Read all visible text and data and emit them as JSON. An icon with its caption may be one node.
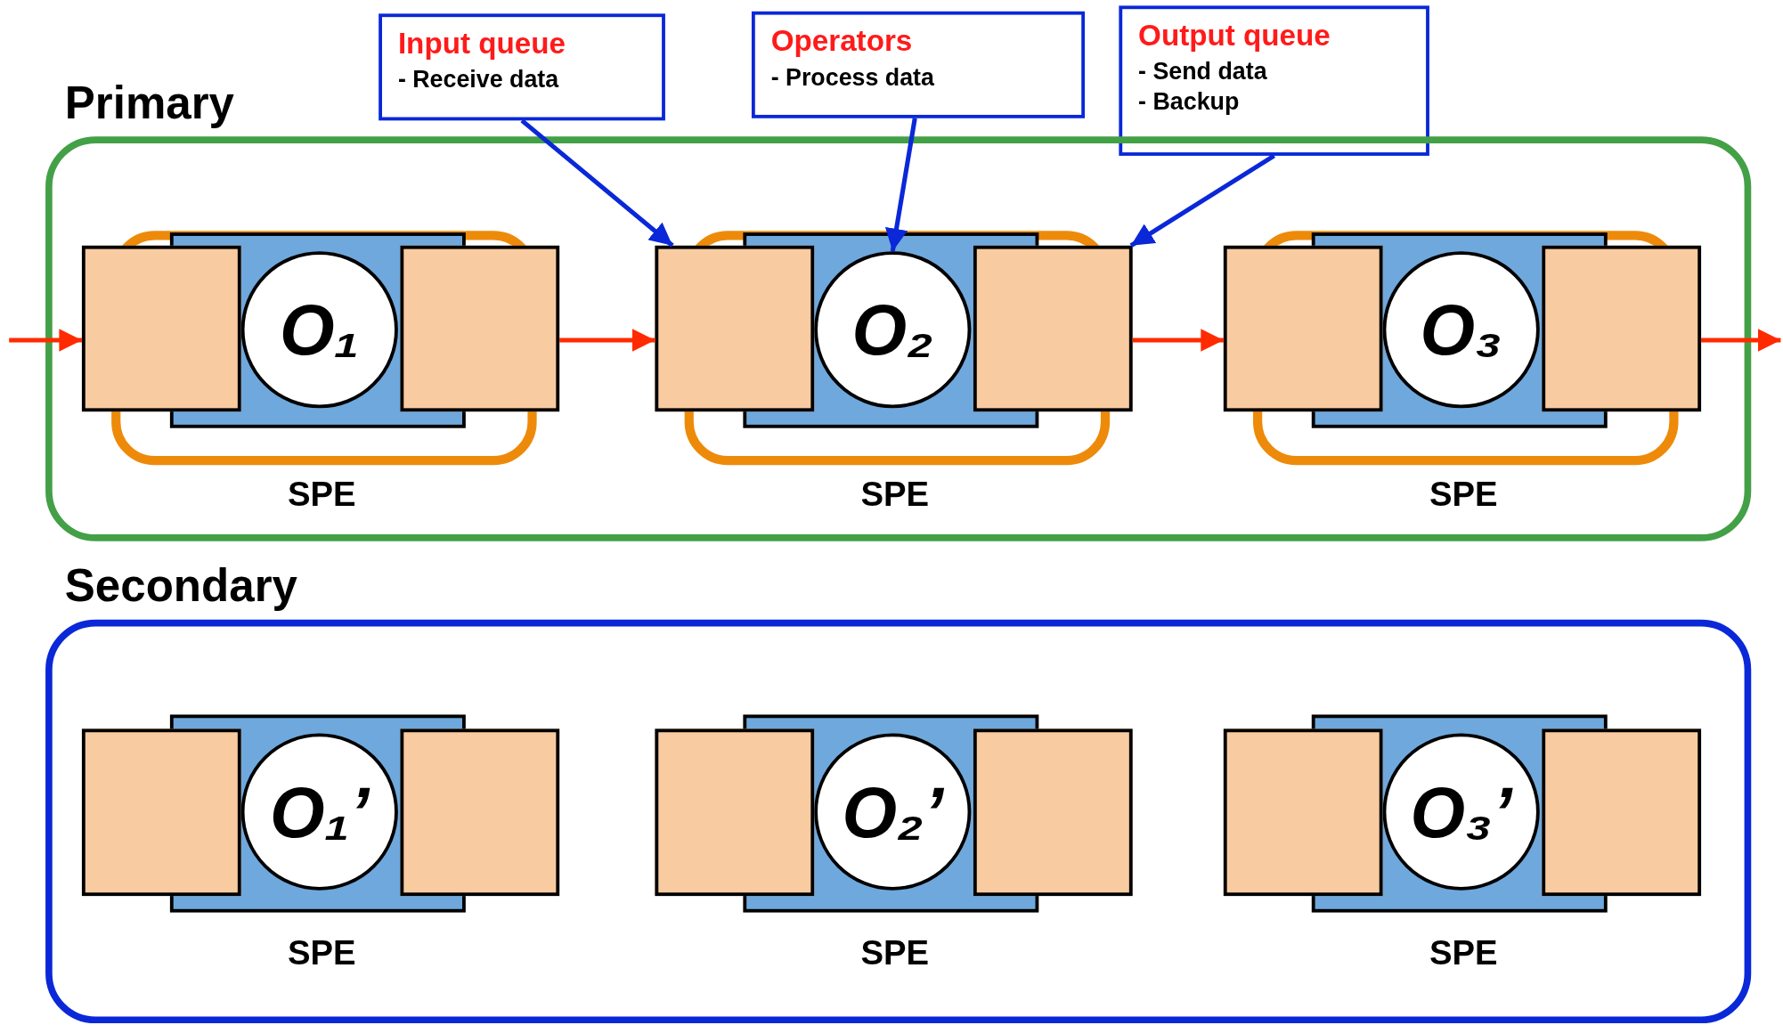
{
  "diagram": {
    "nodes": [
      {
        "text": [
          "Input queue",
          "- Receive data"
        ]
      },
      {
        "text": [
          "Operators",
          "- Process data"
        ]
      },
      {
        "text": [
          "Output queue",
          "- Send data",
          "- Backup"
        ]
      },
      {
        "text": [
          "Primary"
        ]
      },
      {
        "text": [
          "SPE"
        ],
        "in": 3
      },
      {
        "text": [],
        "shape": "box",
        "in": 3
      },
      {
        "text": [
          "O₁"
        ],
        "in": 4
      },
      {
        "text": [],
        "shape": "box",
        "in": 3
      },
      {
        "text": [
          "SPE"
        ],
        "in": 3
      },
      {
        "text": [],
        "shape": "box",
        "in": 3
      },
      {
        "text": [
          "O₂"
        ],
        "in": 8
      },
      {
        "text": [],
        "shape": "box",
        "in": 3
      },
      {
        "text": [
          "SPE"
        ],
        "in": 3
      },
      {
        "text": [],
        "shape": "box",
        "in": 3
      },
      {
        "text": [
          "O₃"
        ],
        "in": 12
      },
      {
        "text": [],
        "shape": "box",
        "in": 3
      },
      {
        "text": [
          "Secondary"
        ]
      },
      {
        "text": [
          "SPE"
        ],
        "in": 16
      },
      {
        "text": [],
        "shape": "box",
        "in": 16
      },
      {
        "text": [
          "O₁’"
        ],
        "in": 17
      },
      {
        "text": [],
        "shape": "box",
        "in": 16
      },
      {
        "text": [
          "SPE"
        ],
        "in": 16
      },
      {
        "text": [],
        "shape": "box",
        "in": 16
      },
      {
        "text": [
          "O₂’"
        ],
        "in": 21
      },
      {
        "text": [],
        "shape": "box",
        "in": 16
      },
      {
        "text": [
          "SPE"
        ],
        "in": 16
      },
      {
        "text": [],
        "shape": "box",
        "in": 16
      },
      {
        "text": [
          "O₃’"
        ],
        "in": 25
      },
      {
        "text": [],
        "shape": "box",
        "in": 16
      }
    ],
    "edges": [
      {
        "from": null,
        "to": 5,
        "arrow": "to",
        "color": "#ff2a00"
      },
      {
        "from": 7,
        "to": 9,
        "arrow": "to",
        "color": "#ff2a00"
      },
      {
        "from": 11,
        "to": 13,
        "arrow": "to",
        "color": "#ff2a00"
      },
      {
        "from": 15,
        "to": null,
        "arrow": "to",
        "color": "#ff2a00"
      },
      {
        "from": 0,
        "to": 9,
        "arrow": "to",
        "color": "#0a28d8"
      },
      {
        "from": 1,
        "to": 10,
        "arrow": "to",
        "color": "#0a28d8"
      },
      {
        "from": 2,
        "to": 11,
        "arrow": "to",
        "color": "#0a28d8"
      }
    ]
  }
}
